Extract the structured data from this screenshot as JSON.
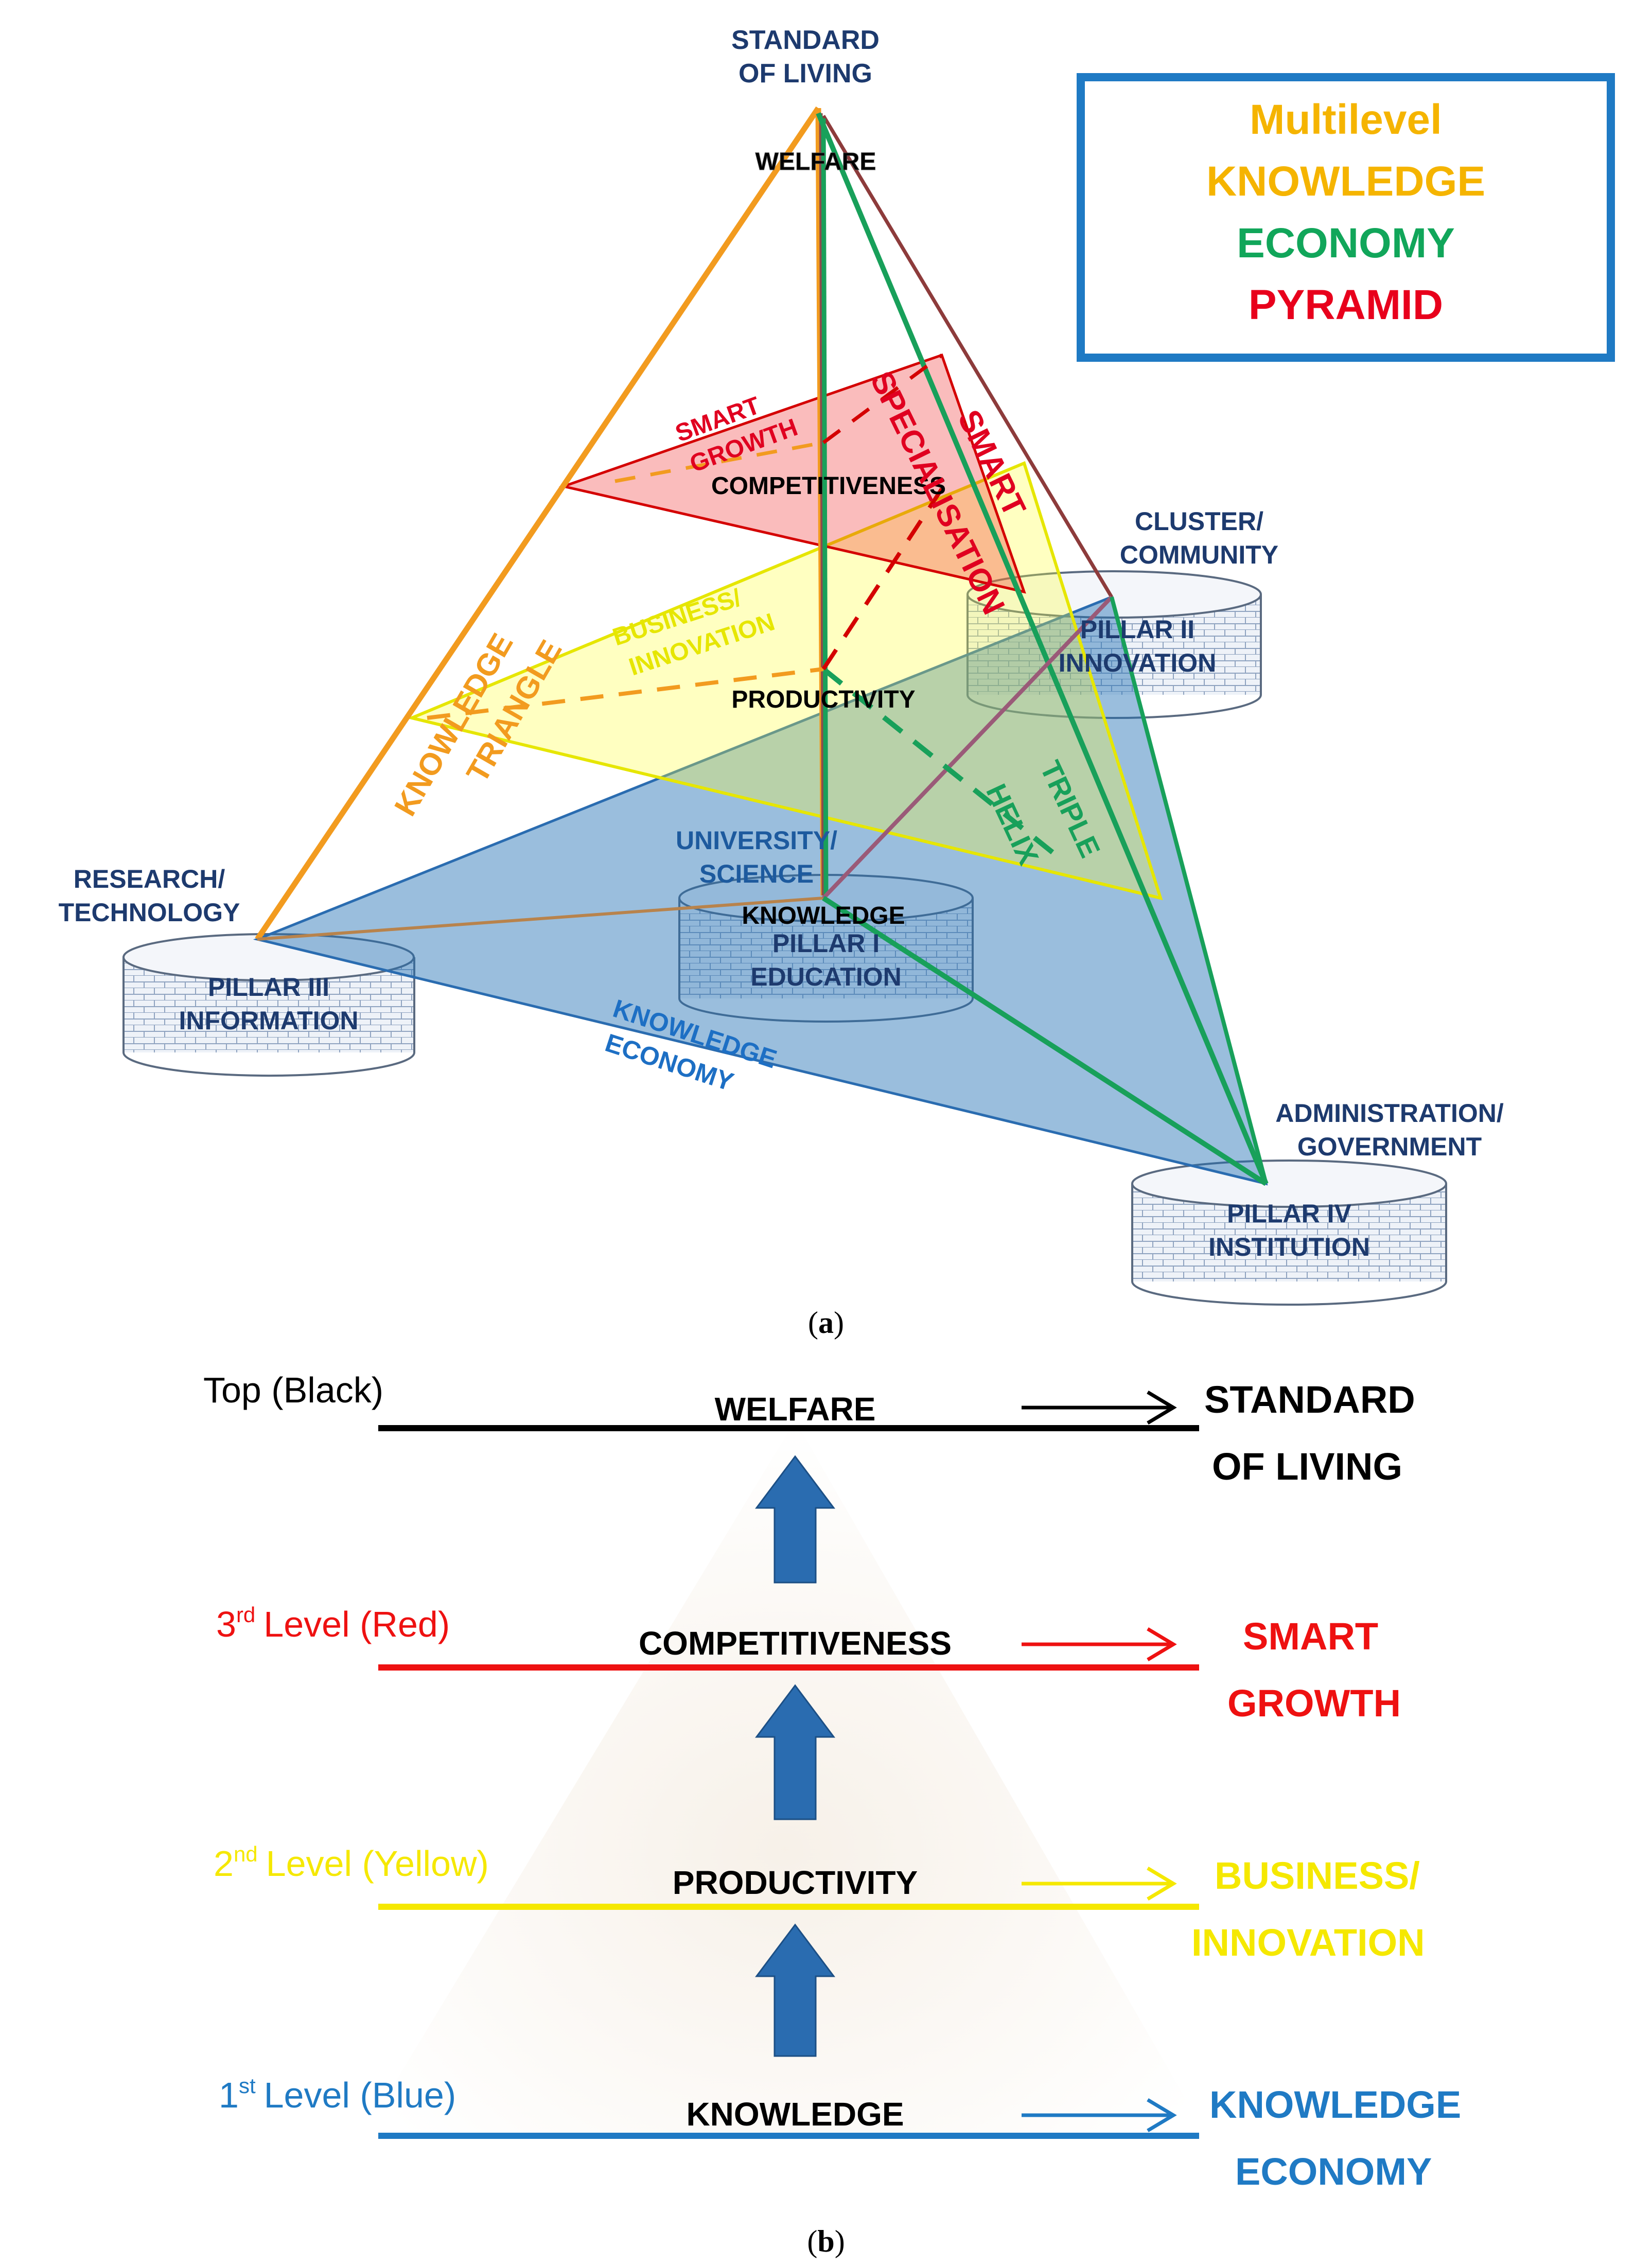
{
  "legend": {
    "line1": "Multilevel",
    "line2": "KNOWLEDGE",
    "line3": "ECONOMY",
    "line4": "PYRAMID",
    "colors": {
      "line1": "#f5b400",
      "line2": "#f5b400",
      "line3": "#11a65a",
      "line4": "#e8001c",
      "border": "#1f7ac4"
    }
  },
  "panel_a": {
    "apex": {
      "title_line1": "STANDARD",
      "title_line2": "OF LIVING",
      "node": "WELFARE"
    },
    "nodes": {
      "competitiveness": "COMPETITIVENESS",
      "productivity": "PRODUCTIVITY",
      "knowledge": "KNOWLEDGE"
    },
    "labels": {
      "smart_growth_1": "SMART",
      "smart_growth_2": "GROWTH",
      "specialisation": "SPECIALISATION",
      "smart": "SMART",
      "business_1": "BUSINESS/",
      "business_2": "INNOVATION",
      "knowledge_triangle_1": "KNOWLEDGE",
      "knowledge_triangle_2": "TRIANGLE",
      "triple": "TRIPLE",
      "helix": "HELIX",
      "cluster_1": "CLUSTER/",
      "cluster_2": "COMMUNITY",
      "university_1": "UNIVERSITY/",
      "university_2": "SCIENCE",
      "research_1": "RESEARCH/",
      "research_2": "TECHNOLOGY",
      "ke_1": "KNOWLEDGE",
      "ke_2": "ECONOMY",
      "admin_1": "ADMINISTRATION/",
      "admin_2": "GOVERNMENT"
    },
    "pillars": [
      {
        "line1": "PILLAR I",
        "line2": "EDUCATION"
      },
      {
        "line1": "PILLAR II",
        "line2": "INNOVATION"
      },
      {
        "line1": "PILLAR III",
        "line2": "INFORMATION"
      },
      {
        "line1": "PILLAR IV",
        "line2": "INSTITUTION"
      }
    ],
    "caption": "a"
  },
  "panel_b": {
    "levels": [
      {
        "left_label": "Top (Black)",
        "node": "WELFARE",
        "right_1": "STANDARD",
        "right_2": "OF LIVING",
        "color": "#000000"
      },
      {
        "left_label": "Level (Red)",
        "ordinal": "3",
        "ordinal_sup": "rd",
        "node": "COMPETITIVENESS",
        "right_1": "SMART",
        "right_2": "GROWTH",
        "color": "#ee1111"
      },
      {
        "left_label": "Level (Yellow)",
        "ordinal": "2",
        "ordinal_sup": "nd",
        "node": "PRODUCTIVITY",
        "right_1": "BUSINESS/",
        "right_2": "INNOVATION",
        "color": "#f5e800"
      },
      {
        "left_label": "Level (Blue)",
        "ordinal": "1",
        "ordinal_sup": "st",
        "node": "KNOWLEDGE",
        "right_1": "KNOWLEDGE",
        "right_2": "ECONOMY",
        "color": "#1f7ac4"
      }
    ],
    "caption": "b"
  }
}
